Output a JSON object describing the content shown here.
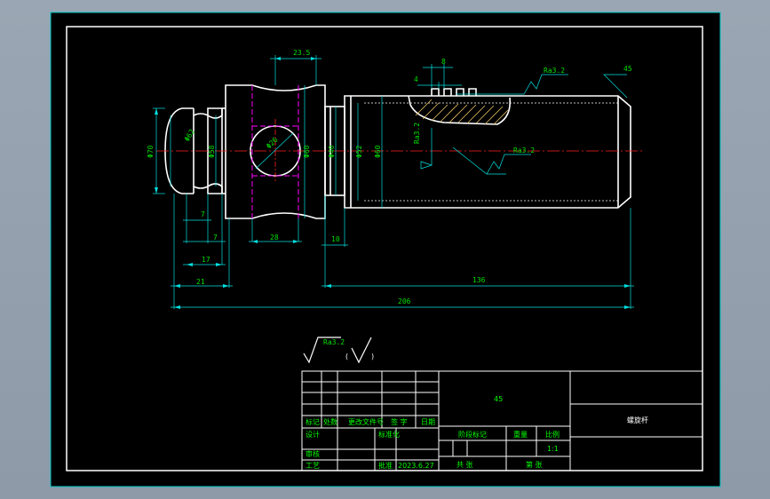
{
  "colors": {
    "canvas": "#000000",
    "outline": "#ffffff",
    "dimension": "#00e0e0",
    "centerline": "#ff2020",
    "hidden": "#ff00ff",
    "hatch": "#e8c060",
    "text": "#00ff00"
  },
  "dimensions": {
    "top_width": "23.5",
    "groove_pitch": "8",
    "groove_depth": "4",
    "rough_top": "Ra3.2",
    "chamfer": "45",
    "rough_hole": "Ra3.2",
    "rough_right": "Ra3.2",
    "hole_dia": "Φ26",
    "head_groove": "Φ62",
    "dia_head": "Φ70",
    "dia_neck": "Φ58",
    "dia_block": "Φ60",
    "dia_collar": "Φ40",
    "dia_shaft_1": "Φ52",
    "dia_shaft_2": "Φ60",
    "len_7a": "7",
    "len_7b": "7",
    "len_17": "17",
    "len_21": "21",
    "len_28": "28",
    "len_10": "10",
    "len_136": "136",
    "len_206": "206"
  },
  "surface_note": {
    "value": "Ra3.2",
    "paren_left": "(",
    "paren_right": ")"
  },
  "title_block": {
    "material": "45",
    "part_name": "螺旋杆",
    "scale": "1:1",
    "header_labels": [
      "标记",
      "处数",
      "更改文件号",
      "签 字",
      "日期"
    ],
    "row_labels": [
      "设计",
      "标准化",
      "审核",
      "工艺"
    ],
    "approve": "批准",
    "date": "2023.6.27",
    "stage_label": "阶段标记",
    "weight_label": "重量",
    "scale_label": "比例",
    "sheet_total": "共  张",
    "sheet_no": "第  张"
  }
}
